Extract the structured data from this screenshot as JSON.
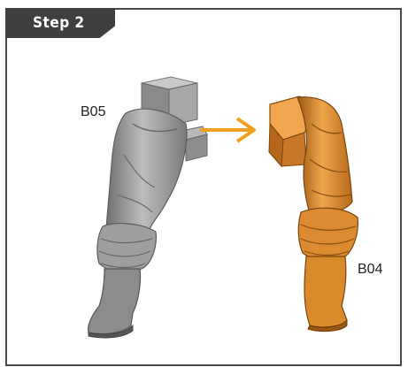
{
  "step": {
    "label": "Step 2"
  },
  "parts": {
    "left": {
      "code": "B05",
      "color": "#8f8f8f"
    },
    "right": {
      "code": "B04",
      "color": "#d98a2b"
    }
  },
  "arrow": {
    "color": "#f0a020",
    "icon": "arrow-right-icon"
  }
}
